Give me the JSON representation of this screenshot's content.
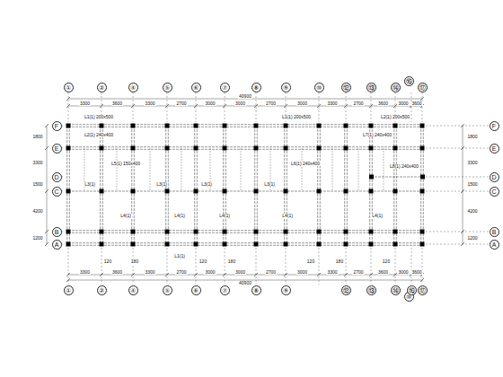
{
  "diagram": {
    "nodes": [
      {
        "text": [
          "①"
        ]
      },
      {
        "text": [
          "②"
        ]
      },
      {
        "text": [
          "④"
        ]
      },
      {
        "text": [
          "⑤"
        ]
      },
      {
        "text": [
          "⑥"
        ]
      },
      {
        "text": [
          "⑦"
        ]
      },
      {
        "text": [
          "⑧"
        ]
      },
      {
        "text": [
          "⑨"
        ]
      },
      {
        "text": [
          "⑩"
        ]
      },
      {
        "text": [
          "⑫"
        ]
      },
      {
        "text": [
          "⑬"
        ]
      },
      {
        "text": [
          "⑭"
        ]
      },
      {
        "text": [
          "⑯"
        ]
      },
      {
        "text": [
          "⑰"
        ]
      },
      {
        "text": [
          "F"
        ]
      },
      {
        "text": [
          "E"
        ]
      },
      {
        "text": [
          "D"
        ]
      },
      {
        "text": [
          "C"
        ]
      },
      {
        "text": [
          "B"
        ]
      },
      {
        "text": [
          "A"
        ]
      },
      {
        "text": [
          "F"
        ]
      },
      {
        "text": [
          "E"
        ]
      },
      {
        "text": [
          "D"
        ]
      },
      {
        "text": [
          "C"
        ]
      },
      {
        "text": [
          "B"
        ]
      },
      {
        "text": [
          "A"
        ]
      },
      {
        "text": [
          "①"
        ]
      },
      {
        "text": [
          "②"
        ]
      },
      {
        "text": [
          "④"
        ]
      },
      {
        "text": [
          "⑤"
        ]
      },
      {
        "text": [
          "⑥"
        ]
      },
      {
        "text": [
          "⑦"
        ]
      },
      {
        "text": [
          "⑧"
        ]
      },
      {
        "text": [
          "⑨"
        ]
      },
      {
        "text": [
          "⑩"
        ]
      },
      {
        "text": [
          "⑫"
        ]
      },
      {
        "text": [
          "⑬"
        ]
      },
      {
        "text": [
          "⑭"
        ]
      },
      {
        "text": [
          "⑯"
        ]
      },
      {
        "text": [
          "⑰"
        ]
      }
    ],
    "labels": [
      "40900",
      "3300",
      "3600",
      "3300",
      "2700",
      "3000",
      "3000",
      "2700",
      "3000",
      "3300",
      "2700",
      "3600",
      "3000",
      "3600",
      "1800",
      "3300",
      "1500",
      "4200",
      "1200",
      "1800",
      "3300",
      "1500",
      "4200",
      "1200",
      "3300",
      "3600",
      "3300",
      "2700",
      "3000",
      "3000",
      "2700",
      "3000",
      "3300",
      "2700",
      "3600",
      "3000",
      "3600",
      "40900",
      "L1(1) 200x500",
      "L2(1) 240x400",
      "L3(1)",
      "L5(1) 150x400",
      "L3(1)",
      "L4(1)",
      "L4(1)",
      "L3(1)",
      "L4(1)",
      "L3(1)",
      "L1(1) 200x500",
      "L6(1) 240x400",
      "L7(1) 240x400",
      "L4(1)",
      "L2(1) 200x500",
      "L8(1) 240x400",
      "L4(1)",
      "L1(1)",
      "120",
      "180",
      "120",
      "180",
      "120",
      "180",
      "120"
    ]
  }
}
